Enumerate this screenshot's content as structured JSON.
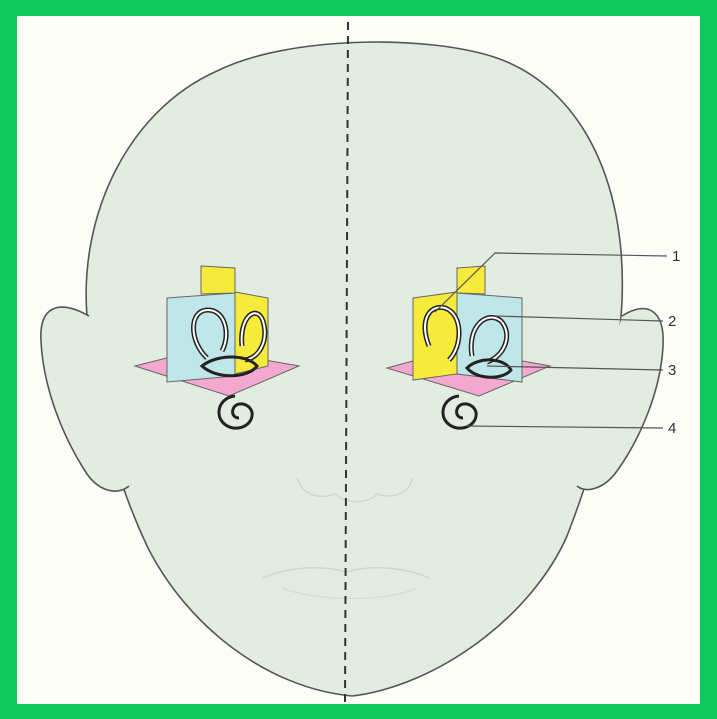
{
  "colors": {
    "frame": "#0fc85f",
    "face": "#e3ece0",
    "outline": "#555555",
    "plane_yellow": "#f6ea3c",
    "plane_blue": "#bfe6e8",
    "plane_pink": "#f3a9cf"
  },
  "callouts": [
    {
      "label": "1"
    },
    {
      "label": "2"
    },
    {
      "label": "3"
    },
    {
      "label": "4"
    }
  ]
}
